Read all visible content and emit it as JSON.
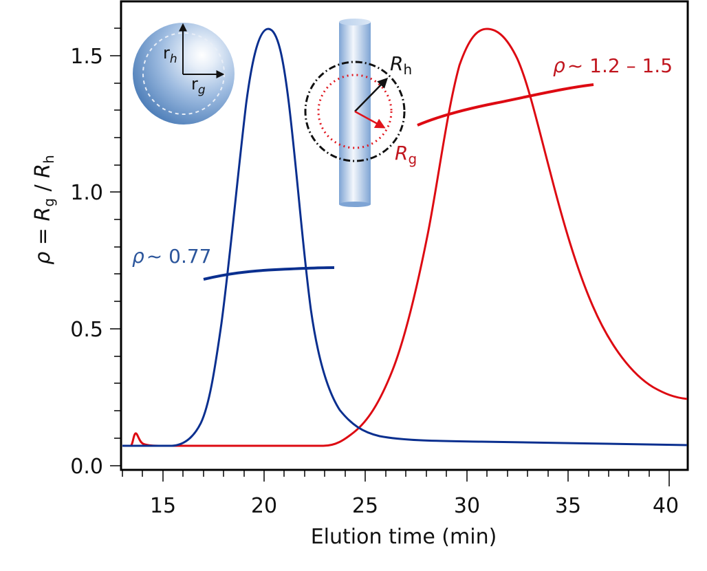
{
  "chart_data": {
    "type": "line",
    "title": "",
    "xlabel": "Elution time (min)",
    "ylabel": "ρ = Rg / Rh",
    "xlim": [
      13,
      40.8
    ],
    "ylim": [
      0.0,
      1.7
    ],
    "xticks": [
      15,
      20,
      25,
      30,
      35,
      40
    ],
    "xtick_labels": [
      "15",
      "20",
      "25",
      "30",
      "35",
      "40"
    ],
    "yticks": [
      0.0,
      0.5,
      1.0,
      1.5
    ],
    "ytick_labels": [
      "0.0",
      "0.5",
      "1.0",
      "1.5"
    ],
    "grid": false,
    "legend": "none",
    "series": [
      {
        "name": "blue elution peak (sphere-like)",
        "color": "#0a2f8f",
        "x": [
          13.0,
          15.5,
          16.5,
          17.5,
          18.5,
          19.3,
          20.2,
          21.0,
          21.8,
          22.6,
          23.5,
          24.5,
          25.5,
          27,
          30,
          35,
          40.8
        ],
        "y": [
          0.08,
          0.08,
          0.12,
          0.28,
          0.75,
          1.3,
          1.6,
          1.38,
          0.95,
          0.55,
          0.28,
          0.15,
          0.11,
          0.095,
          0.09,
          0.085,
          0.08
        ]
      },
      {
        "name": "blue ρ trace",
        "color": "#0a2f8f",
        "x": [
          17.0,
          18.5,
          20.0,
          21.5,
          23.5
        ],
        "y": [
          0.68,
          0.7,
          0.71,
          0.72,
          0.72
        ]
      },
      {
        "name": "red elution peak (rod-like)",
        "color": "#dd0a12",
        "x": [
          13.0,
          13.5,
          13.8,
          14.3,
          15.0,
          20,
          22.5,
          24,
          25.5,
          27,
          28.5,
          30,
          31,
          32,
          33,
          34.5,
          36,
          37.5,
          39,
          40.8
        ],
        "y": [
          0.08,
          0.08,
          0.12,
          0.09,
          0.08,
          0.08,
          0.08,
          0.12,
          0.22,
          0.45,
          0.85,
          1.32,
          1.52,
          1.6,
          1.55,
          1.3,
          0.95,
          0.65,
          0.42,
          0.25
        ]
      },
      {
        "name": "red ρ trace",
        "color": "#dd0a12",
        "x": [
          27.5,
          29.5,
          31.5,
          34,
          36.4
        ],
        "y": [
          1.25,
          1.31,
          1.35,
          1.38,
          1.4
        ]
      }
    ],
    "annotations": [
      {
        "text": "ρ ~ 0.77",
        "color": "#2b559b",
        "x": 14.5,
        "y": 0.76
      },
      {
        "text": "ρ ~ 1.2 – 1.5",
        "color": "#c0151e",
        "x": 35.5,
        "y": 1.46
      },
      {
        "text": "sphere inset: r_h (vertical arrow), r_g (horizontal arrow)"
      },
      {
        "text": "rod inset: R_h (black dash-dot circle), R_g (red dotted circle)"
      }
    ]
  },
  "axes": {
    "xlabel": "Elution time (min)",
    "ylabel_rho": "ρ",
    "ylabel_eq": " = ",
    "ylabel_R1": "R",
    "ylabel_sub1": "g",
    "ylabel_slash": " / ",
    "ylabel_R2": "R",
    "ylabel_sub2": "h",
    "yticks": [
      "0.0",
      "0.5",
      "1.0",
      "1.5"
    ],
    "xticks": [
      "15",
      "20",
      "25",
      "30",
      "35",
      "40"
    ]
  },
  "annotations": {
    "blue_rho": "ρ",
    "blue_value": "~ 0.77",
    "red_rho": "ρ",
    "red_value": "~ 1.2 – 1.5"
  },
  "insets": {
    "sphere": {
      "rh": "r",
      "rh_sub": "h",
      "rg": "r",
      "rg_sub": "g"
    },
    "rod": {
      "Rh": "R",
      "Rh_sub": "h",
      "Rg": "R",
      "Rg_sub": "g"
    }
  },
  "colors": {
    "blue_line": "#0a2f8f",
    "red_line": "#dd0a12",
    "blue_text": "#2b559b",
    "red_text": "#c0151e",
    "sphere_fill": "#5b8cc4",
    "rod_fill": "#8fb4e0"
  }
}
